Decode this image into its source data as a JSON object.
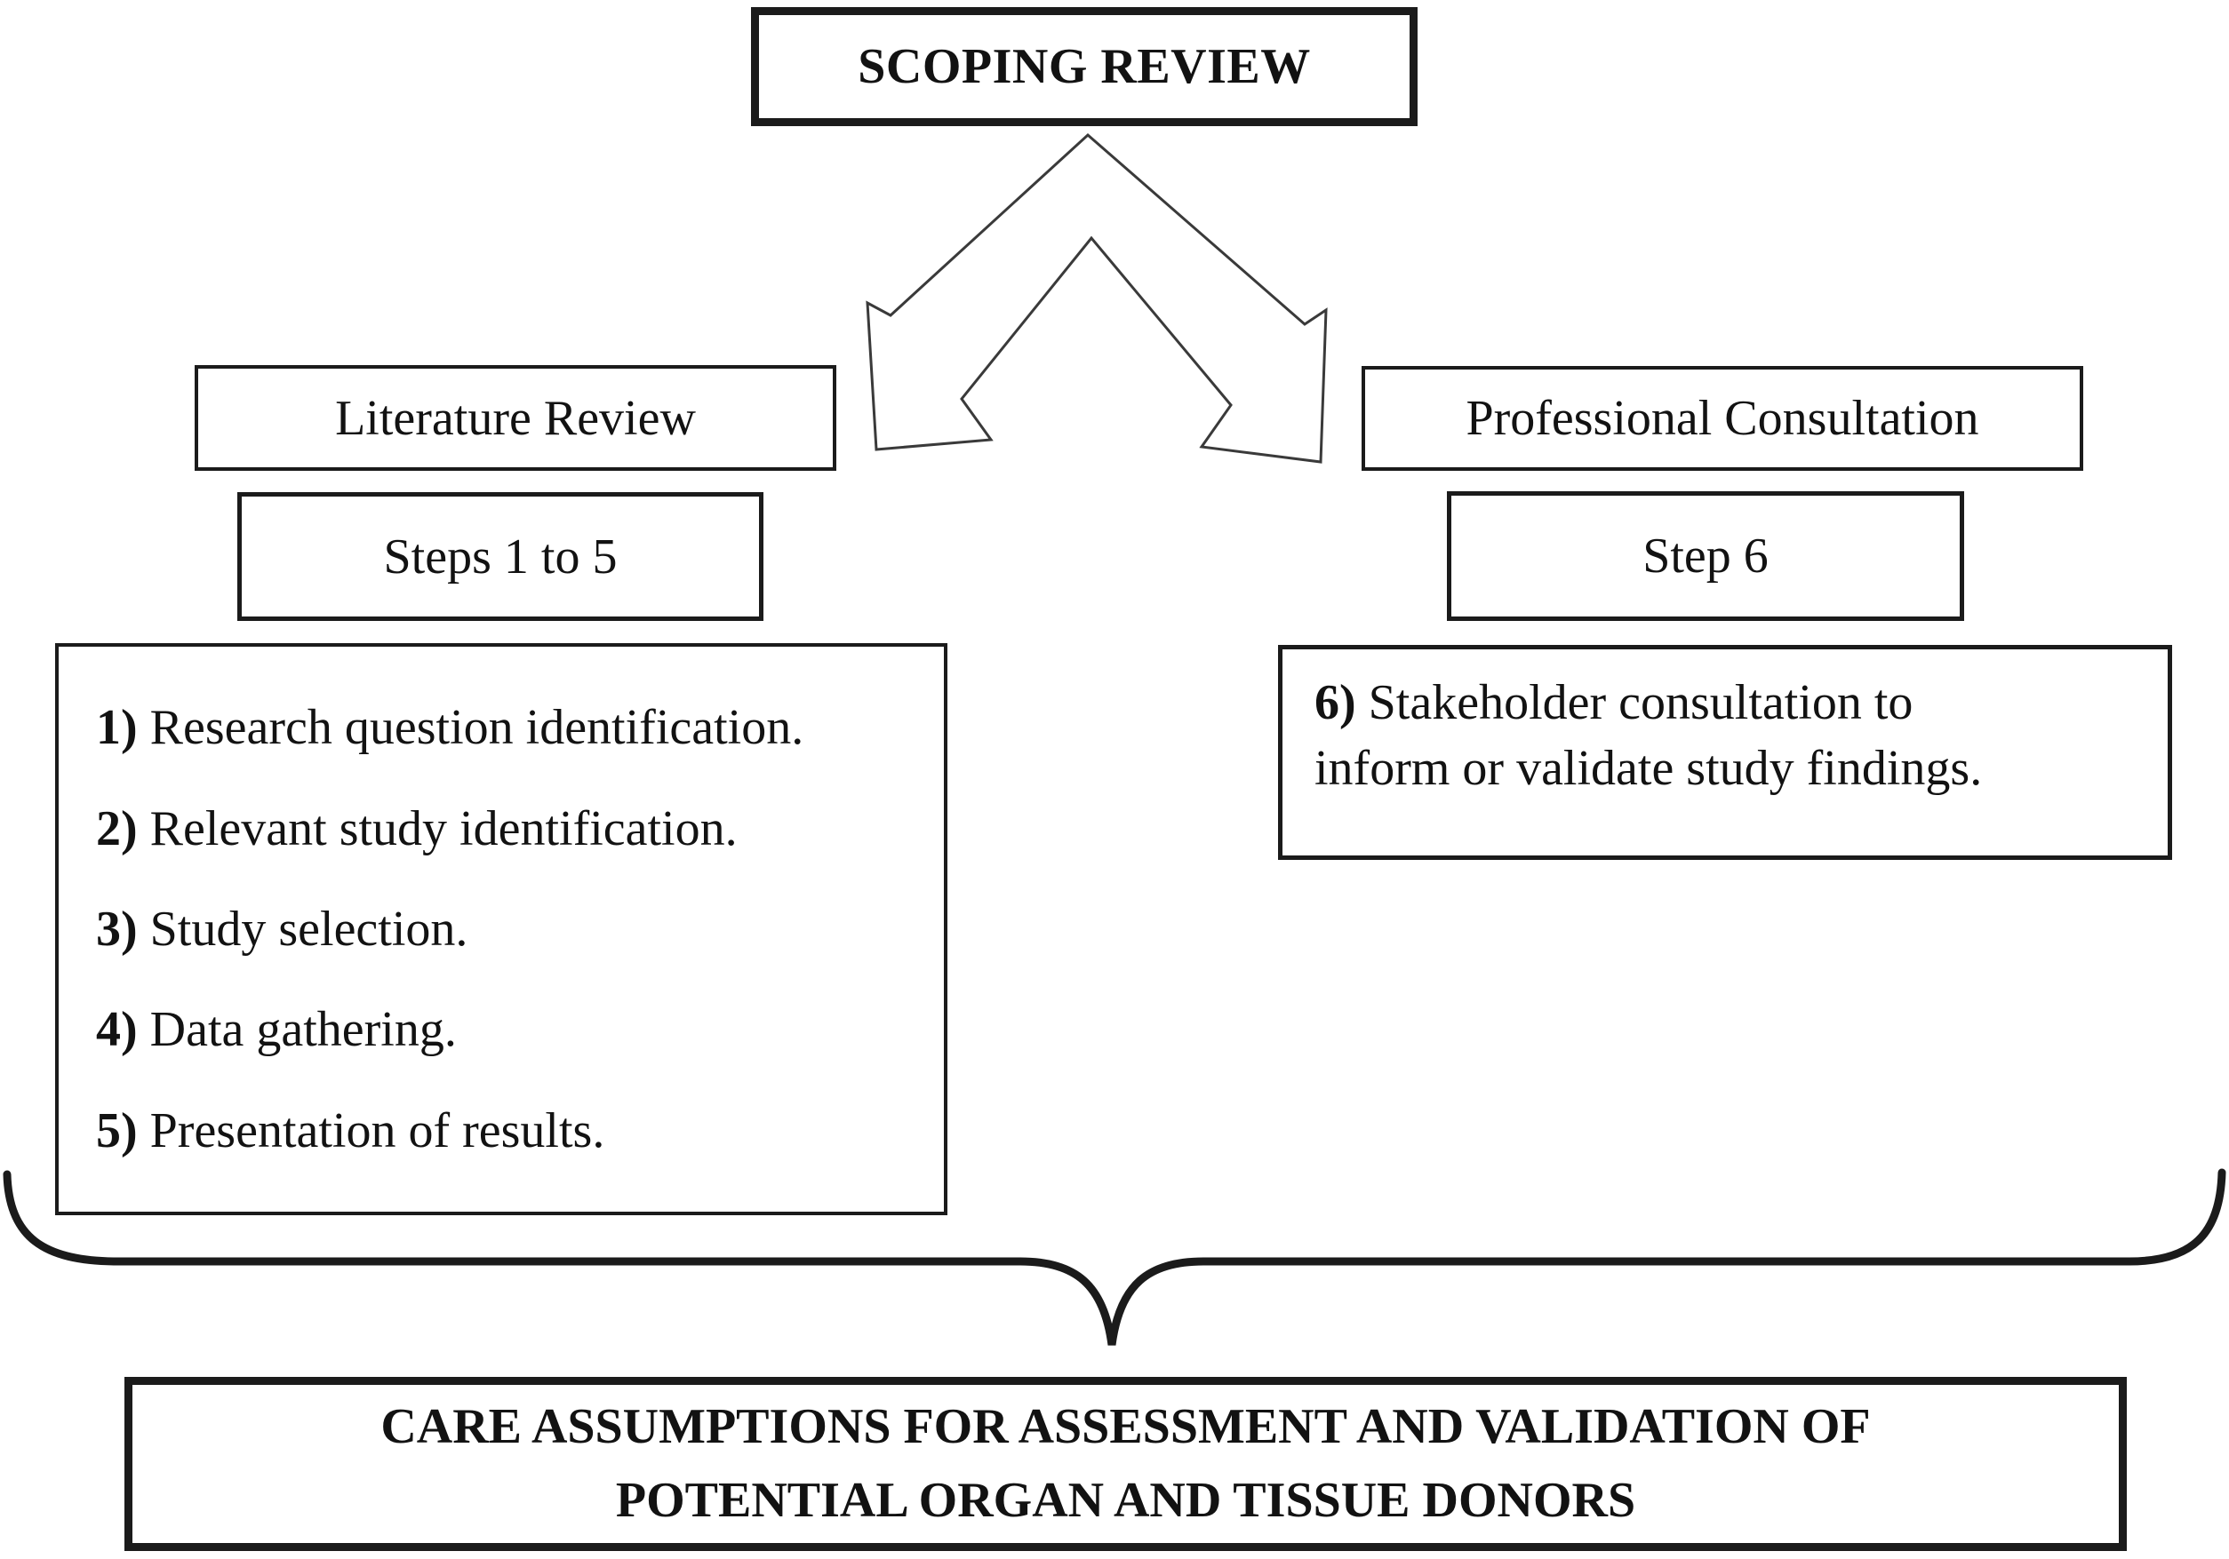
{
  "page": {
    "background_color": "#ffffff",
    "ink_color": "#121212"
  },
  "diagram": {
    "root": {
      "label": "SCOPING REVIEW"
    },
    "left_branch": {
      "header": "Literature Review",
      "step_range": "Steps 1 to 5",
      "items": [
        {
          "num": "1)",
          "text": " Research question identification."
        },
        {
          "num": "2)",
          "text": " Relevant study identification."
        },
        {
          "num": "3)",
          "text": " Study selection."
        },
        {
          "num": "4)",
          "text": " Data gathering."
        },
        {
          "num": "5)",
          "text": " Presentation of results."
        }
      ]
    },
    "right_branch": {
      "header": "Professional Consultation",
      "step_range": "Step 6",
      "detail": {
        "num": "6)",
        "line1_rest": " Stakeholder consultation to",
        "line2": "inform or validate study findings."
      }
    },
    "outcome": {
      "line1": "CARE ASSUMPTIONS FOR ASSESSMENT AND VALIDATION OF",
      "line2": "POTENTIAL ORGAN AND TISSUE DONORS"
    }
  }
}
